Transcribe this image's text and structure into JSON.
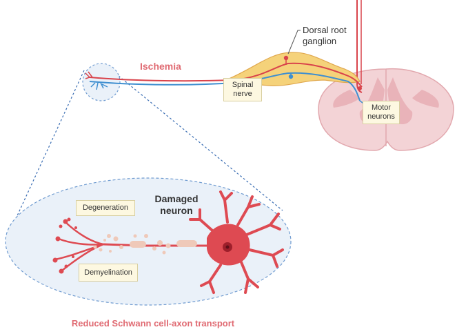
{
  "labels": {
    "ischemia": "Ischemia",
    "dorsal_root_ganglion_line1": "Dorsal root",
    "dorsal_root_ganglion_line2": "ganglion",
    "spinal_nerve_line1": "Spinal",
    "spinal_nerve_line2": "nerve",
    "motor_neurons_line1": "Motor",
    "motor_neurons_line2": "neurons",
    "damaged_neuron_line1": "Damaged",
    "damaged_neuron_line2": "neuron",
    "degeneration": "Degeneration",
    "demyelination": "Demyelination",
    "caption": "Reduced Schwann cell-axon transport"
  },
  "colors": {
    "sensory_red": "#d9434b",
    "motor_blue": "#3f8fd0",
    "ganglion_fill": "#f5d27a",
    "cord_fill": "#f3d3d6",
    "cord_gray": "#e9b3b9",
    "accent_text": "#e06a72",
    "neuron_red": "#de4a52",
    "ellipse_fill": "#eaf1f9",
    "dash_blue": "#6f9bd0"
  }
}
